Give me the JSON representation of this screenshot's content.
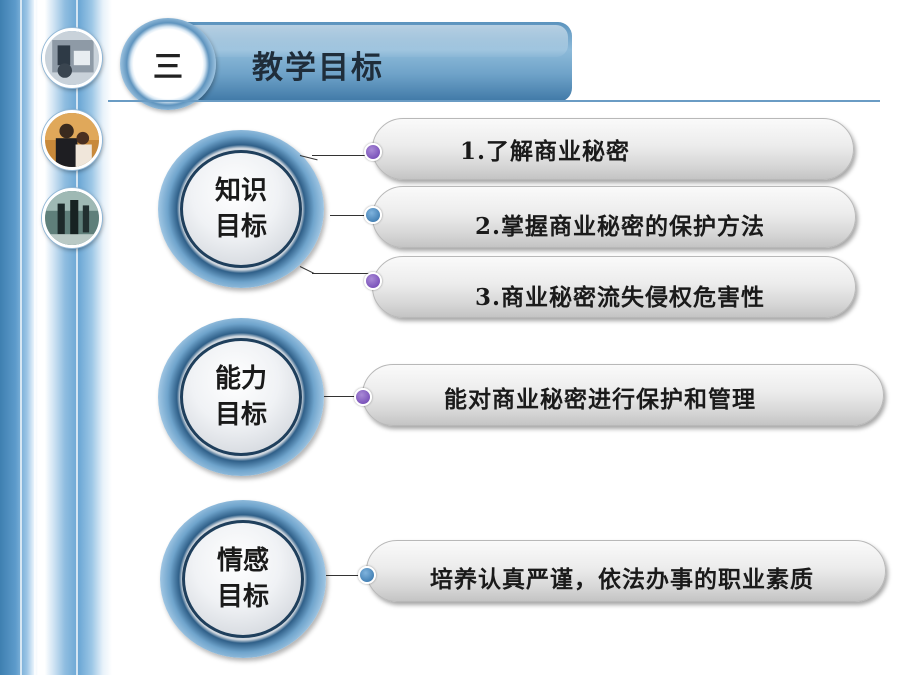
{
  "header": {
    "number": "三",
    "title": "教学目标"
  },
  "sidebar": {
    "photos": [
      "business-people-photo",
      "meeting-photo",
      "walking-people-photo"
    ]
  },
  "groups": [
    {
      "label_line1": "知识",
      "label_line2": "目标",
      "items": [
        "1.了解商业秘密",
        "2.掌握商业秘密的保护方法",
        "3.商业秘密流失侵权危害性"
      ]
    },
    {
      "label_line1": "能力",
      "label_line2": "目标",
      "items": [
        "能对商业秘密进行保护和管理"
      ]
    },
    {
      "label_line1": "情感",
      "label_line2": "目标",
      "items": [
        "培养认真严谨，依法办事的职业素质"
      ]
    }
  ],
  "colors": {
    "accent_blue": "#5d92bd",
    "dot_purple": "#6a3fb0",
    "dot_blue": "#2e6ea6"
  }
}
